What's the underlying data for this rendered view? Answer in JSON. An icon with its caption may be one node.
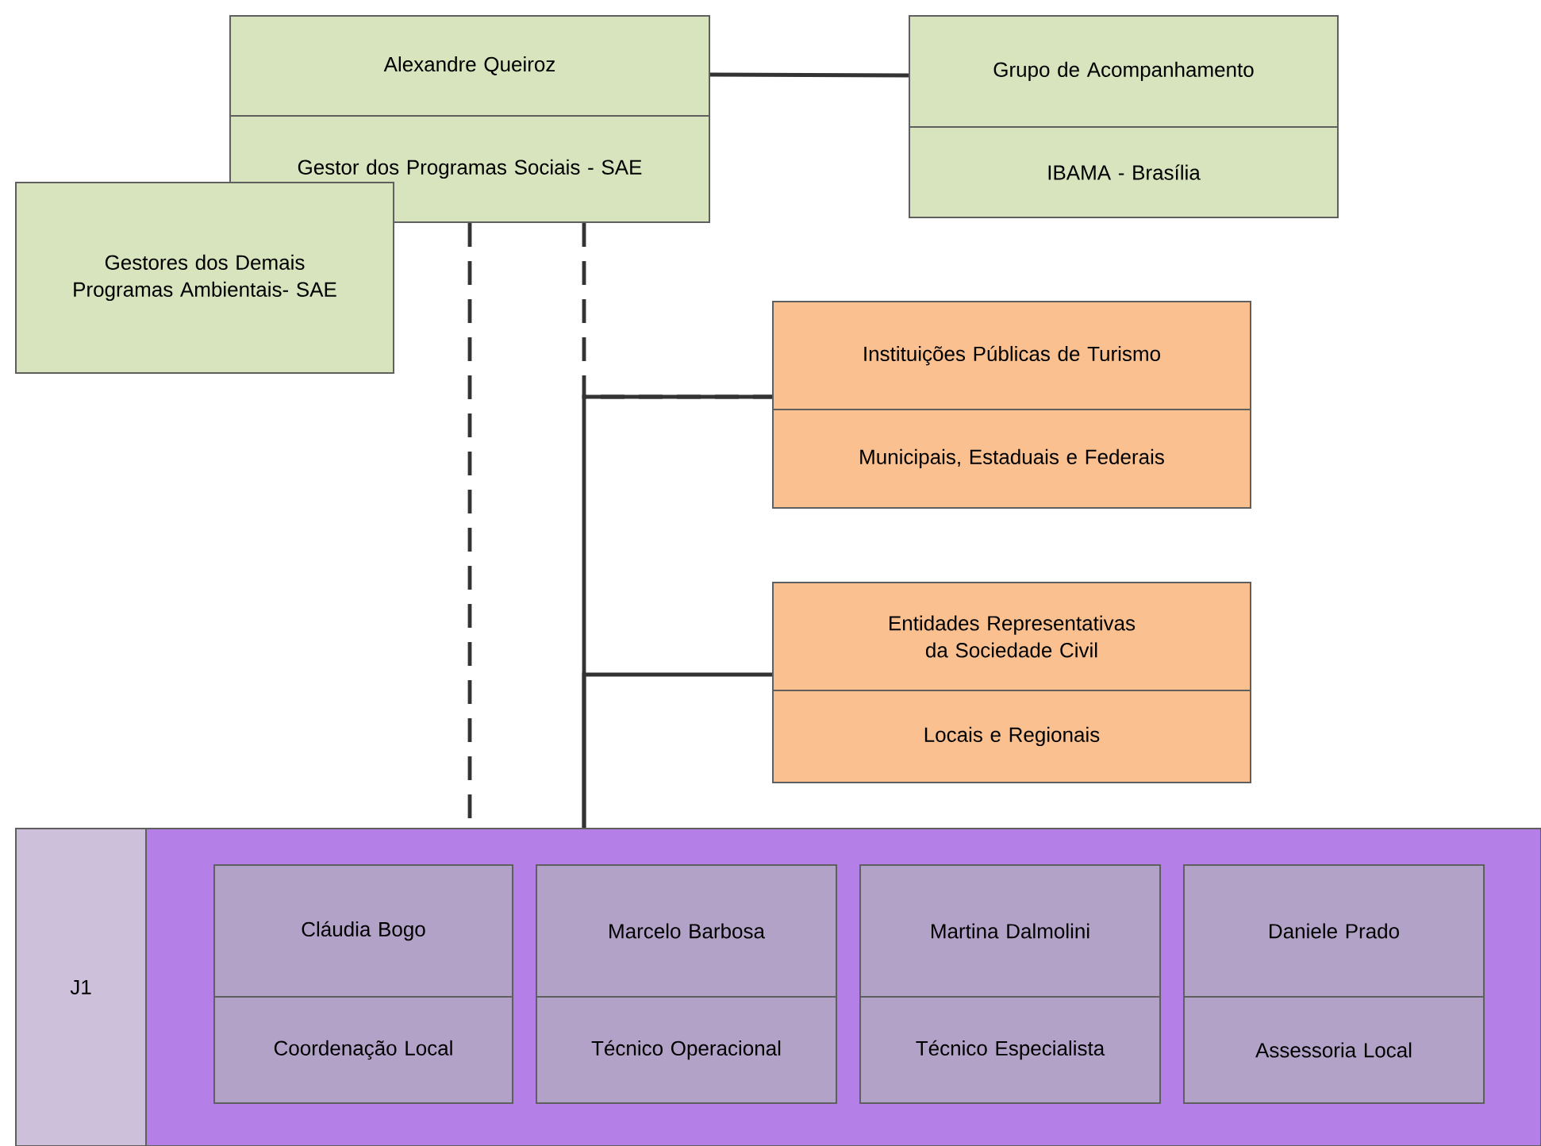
{
  "diagram": {
    "nodes": [
      {
        "text": [
          "Alexandre Queiroz",
          "Gestor dos Programas Sociais - SAE"
        ]
      },
      {
        "text": [
          "Grupo de Acompanhamento",
          "IBAMA - Brasília"
        ]
      },
      {
        "text": [
          "Gestores dos Demais Programas Ambientais- SAE"
        ]
      },
      {
        "text": [
          "Instituições Públicas de Turismo",
          "Municipais, Estaduais e Federais"
        ]
      },
      {
        "text": [
          "Entidades Representativas da Sociedade Civil",
          "Locais e Regionais"
        ]
      },
      {
        "text": [
          "J1"
        ]
      },
      {
        "text": [
          "Cláudia Bogo",
          "Coordenação Local"
        ],
        "in": 5
      },
      {
        "text": [
          "Marcelo Barbosa",
          "Técnico Operacional"
        ],
        "in": 5
      },
      {
        "text": [
          "Martina Dalmolini",
          "Técnico Especialista"
        ],
        "in": 5
      },
      {
        "text": [
          "Daniele Prado",
          "Assessoria Local"
        ],
        "in": 5
      }
    ],
    "edges": [
      {
        "from": 0,
        "to": 1,
        "arrow": "none"
      },
      {
        "from": 0,
        "to": 5,
        "arrow": "none",
        "style": "dashed"
      },
      {
        "from": 0,
        "to": 3,
        "arrow": "none",
        "style": "dashed"
      },
      {
        "from": 5,
        "to": 3,
        "arrow": "none"
      },
      {
        "from": 5,
        "to": 4,
        "arrow": "none"
      }
    ]
  }
}
